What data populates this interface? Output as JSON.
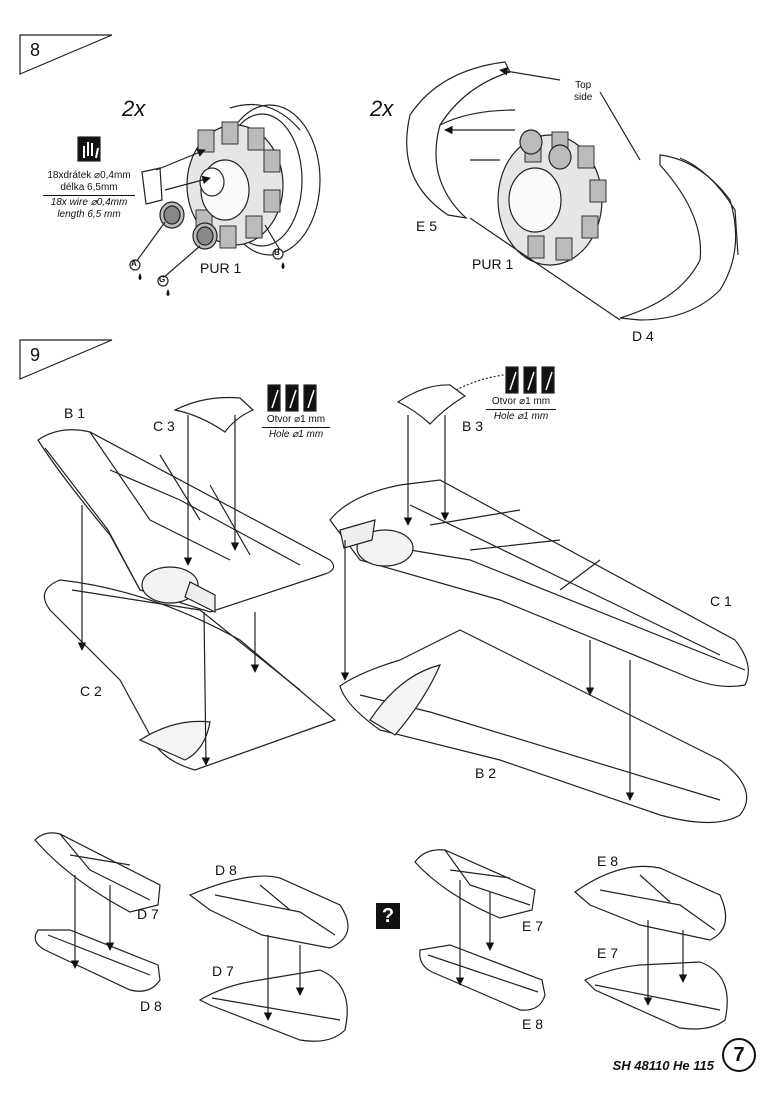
{
  "steps": [
    {
      "number": "8",
      "multiplier_left": "2x",
      "multiplier_right": "2x"
    },
    {
      "number": "9"
    }
  ],
  "step8": {
    "wire_note": {
      "line1_cz": "18xdrátek ⌀0,4mm",
      "line2_cz": "délka 6,5mm",
      "line1_en": "18x wire ⌀0,4mm",
      "line2_en": "length 6,5 mm"
    },
    "glue_markers": [
      "A",
      "B",
      "G"
    ],
    "parts": {
      "pur_left": "PUR 1",
      "pur_right": "PUR 1",
      "e5": "E 5",
      "d4": "D 4"
    },
    "top_side": {
      "line1": "Top",
      "line2": "side"
    }
  },
  "step9": {
    "hole_note_left": {
      "cz": "Otvor ⌀1 mm",
      "en": "Hole ⌀1 mm"
    },
    "hole_note_right": {
      "cz": "Otvor ⌀1 mm",
      "en": "Hole ⌀1 mm"
    },
    "parts": {
      "b1": "B 1",
      "c3": "C 3",
      "c2": "C 2",
      "b3": "B 3",
      "c1": "C 1",
      "b2": "B 2"
    }
  },
  "ailerons": {
    "d7_top": "D 7",
    "d8_bottom": "D 8",
    "d8_top": "D 8",
    "d7_bottom": "D 7",
    "e7_top": "E 7",
    "e8_bottom": "E 8",
    "e8_top": "E 8",
    "e7_bottom": "E 7",
    "choice_mark": "?"
  },
  "footer": {
    "code": "SH 48110 He 115",
    "page": "7"
  }
}
